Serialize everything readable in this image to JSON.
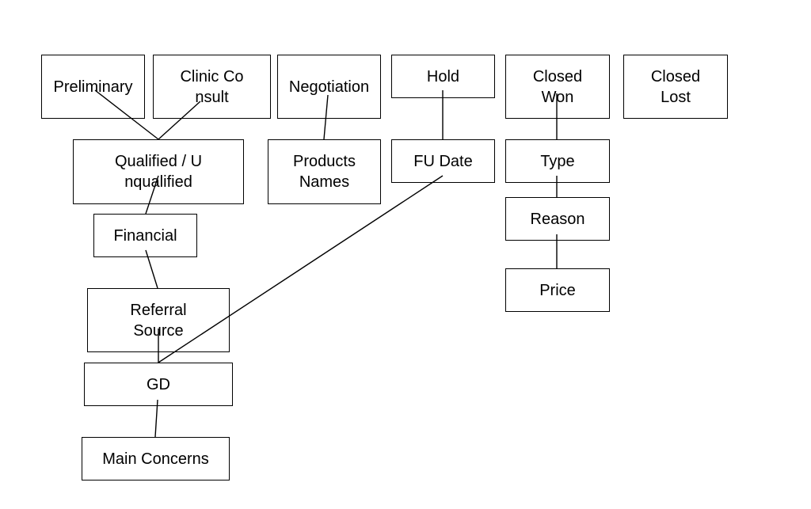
{
  "diagram": {
    "nodes": {
      "preliminary": "Preliminary",
      "clinic_consult": "Clinic Consult",
      "negotiation": "Negotiation",
      "hold": "Hold",
      "closed_won": "Closed Won",
      "closed_lost": "Closed Lost",
      "qualified": "Qualified / Unqualified",
      "products_names": "Products Names",
      "fu_date": "FU Date",
      "type": "Type",
      "financial": "Financial",
      "reason": "Reason",
      "price": "Price",
      "referral_source": "Referral Source",
      "gd": "GD",
      "main_concerns": "Main Concerns"
    },
    "edges": [
      [
        "preliminary",
        "qualified"
      ],
      [
        "clinic_consult",
        "qualified"
      ],
      [
        "qualified",
        "financial"
      ],
      [
        "financial",
        "referral_source"
      ],
      [
        "referral_source",
        "gd"
      ],
      [
        "gd",
        "main_concerns"
      ],
      [
        "negotiation",
        "products_names"
      ],
      [
        "hold",
        "fu_date"
      ],
      [
        "fu_date",
        "gd"
      ],
      [
        "closed_won",
        "type"
      ],
      [
        "type",
        "reason"
      ],
      [
        "reason",
        "price"
      ]
    ]
  }
}
